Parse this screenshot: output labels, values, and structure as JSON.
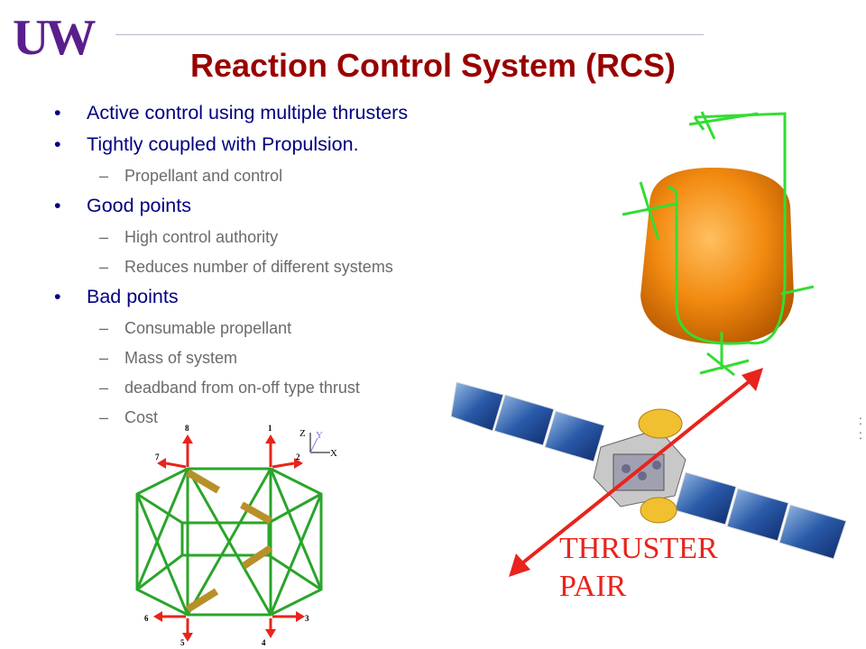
{
  "logo": {
    "text": "UW",
    "color": "#5a1e8c"
  },
  "title": "Reaction Control System (RCS)",
  "bullets": [
    {
      "text": "Active control using multiple thrusters",
      "subs": []
    },
    {
      "text": "Tightly coupled with Propulsion.",
      "subs": [
        "Propellant and control"
      ]
    },
    {
      "text": "Good points",
      "subs": [
        "High control authority",
        "Reduces number of different systems"
      ]
    },
    {
      "text": "Bad points",
      "subs": [
        "Consumable propellant",
        "Mass of system",
        "deadband from on-off type thrust",
        "Cost"
      ]
    }
  ],
  "bullet_marker": "•",
  "sub_marker": "–",
  "diagram": {
    "thruster_numbers": [
      "8",
      "1",
      "7",
      "2",
      "6",
      "3",
      "5",
      "4"
    ],
    "axes": {
      "z": "Z",
      "y": "Y",
      "x": "X"
    }
  },
  "thruster_pair_label": [
    "THRUSTER",
    "PAIR"
  ],
  "colors": {
    "title": "#990000",
    "bullet": "#000080",
    "sub": "#6b6b6b",
    "accent": "#e8241c",
    "truss": "#2aa52a",
    "tank": "#f28a10"
  }
}
